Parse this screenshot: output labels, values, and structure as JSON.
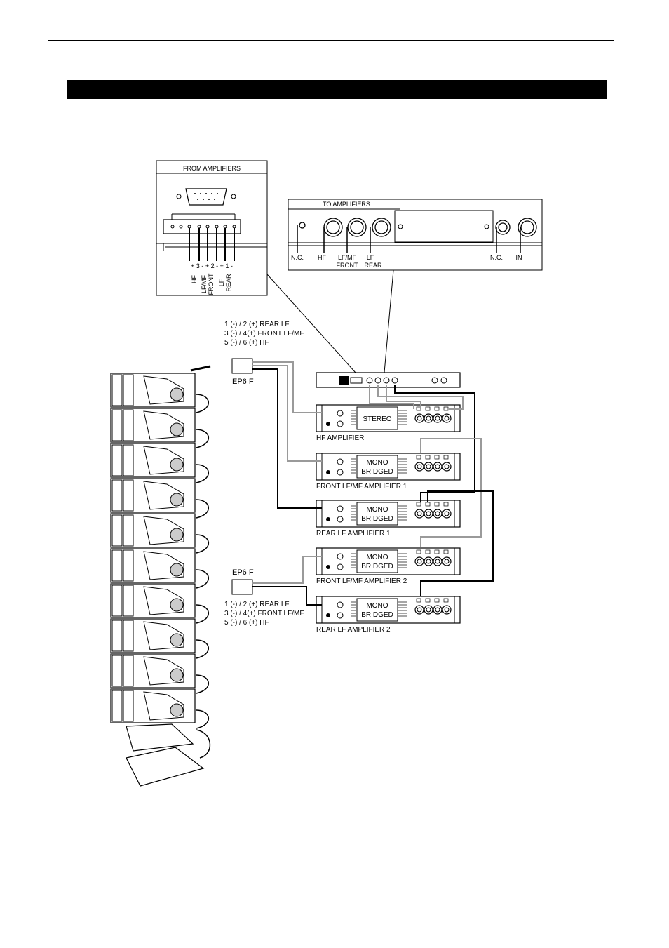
{
  "from_amplifiers": {
    "title": "FROM AMPLIFIERS",
    "pin_row": "+ 3 -  + 2 -  + 1 -",
    "labels": [
      "HF",
      "LF/MF\nFRONT",
      "LF\nREAR"
    ]
  },
  "to_amplifiers": {
    "title": "TO AMPLIFIERS",
    "bottom_labels": [
      "N.C.",
      "HF",
      "LF/MF",
      "LF",
      "N.C.",
      "IN"
    ],
    "bottom_labels_2": [
      "FRONT",
      "REAR"
    ]
  },
  "wiring_top": [
    "1 (-) / 2 (+) REAR LF",
    "3 (-) / 4(+)  FRONT LF/MF",
    "5 (-) / 6 (+) HF"
  ],
  "wiring_bottom": [
    "1 (-) / 2 (+) REAR LF",
    "3 (-) / 4(+)  FRONT LF/MF",
    "5 (-) / 6 (+) HF"
  ],
  "connectors": [
    "EP6 F",
    "EP6 F"
  ],
  "amplifiers": [
    {
      "mode": [
        "STEREO"
      ],
      "label": "HF AMPLIFIER"
    },
    {
      "mode": [
        "MONO",
        "BRIDGED"
      ],
      "label": "FRONT LF/MF AMPLIFIER 1"
    },
    {
      "mode": [
        "MONO",
        "BRIDGED"
      ],
      "label": "REAR LF AMPLIFIER 1"
    },
    {
      "mode": [
        "MONO",
        "BRIDGED"
      ],
      "label": "FRONT LF/MF AMPLIFIER 2"
    },
    {
      "mode": [
        "MONO",
        "BRIDGED"
      ],
      "label": "REAR LF AMPLIFIER 2"
    }
  ],
  "colors": {
    "line_black": "#000000",
    "line_grey": "#9a9a9a",
    "panel_fill": "#ffffff"
  }
}
